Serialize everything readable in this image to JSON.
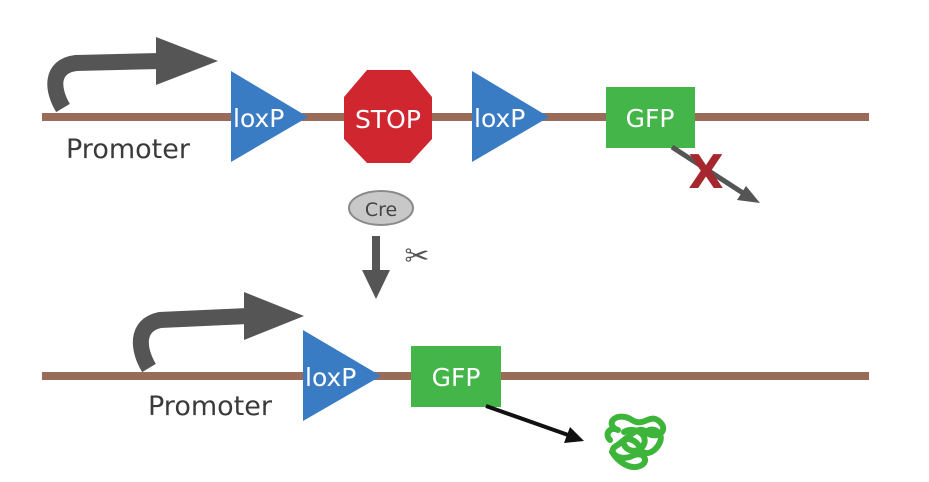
{
  "construct_before": {
    "promoter_label": "Promoter",
    "loxp_left_label": "loxP",
    "stop_label": "STOP",
    "loxp_right_label": "loxP",
    "gfp_label": "GFP",
    "blocked_mark": "X"
  },
  "recombination": {
    "enzyme_label": "Cre",
    "scissors_glyph": "✂"
  },
  "construct_after": {
    "promoter_label": "Promoter",
    "loxp_label": "loxP",
    "gfp_label": "GFP"
  },
  "colors": {
    "dna": "#9b6b5a",
    "loxp": "#3a7cc4",
    "stop": "#cf2630",
    "gfp_box": "#43b549",
    "protein": "#3cb53a",
    "arrow": "#555555",
    "blocked_x": "#a5282f",
    "cre_fill": "#c8c8c8",
    "cre_stroke": "#8a8a8a"
  },
  "icons": {
    "promoter": "bent-arrow-icon",
    "stop": "stop-sign-icon",
    "cut": "scissors-icon",
    "protein": "folded-protein-icon"
  }
}
